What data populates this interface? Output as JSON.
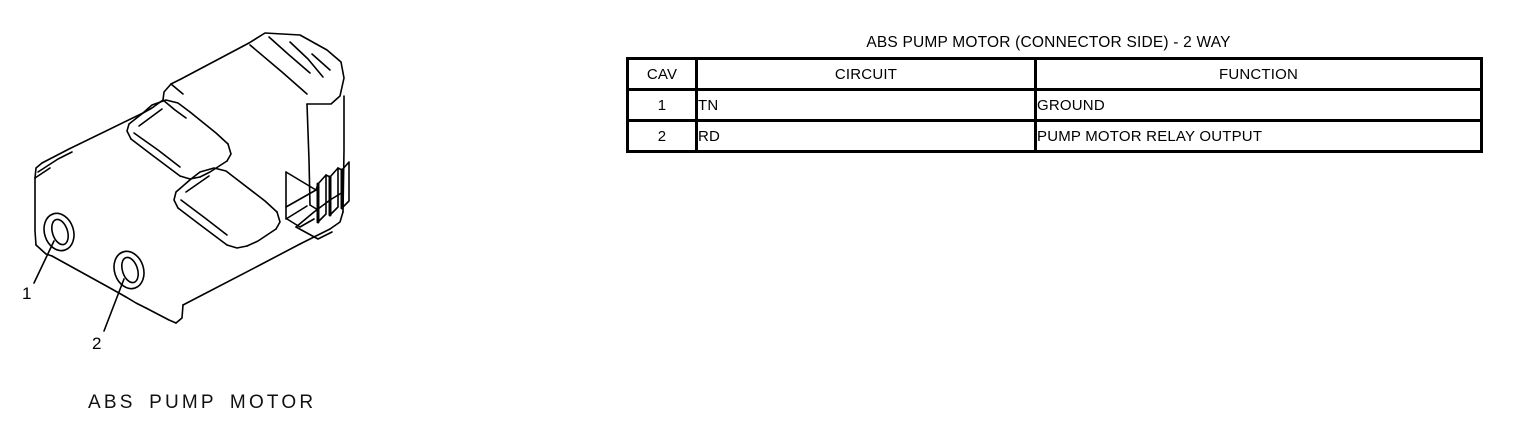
{
  "figure": {
    "name": "ABS PUMP MOTOR connector isometric drawing",
    "caption": "ABS PUMP MOTOR",
    "callouts": [
      {
        "label": "1"
      },
      {
        "label": "2"
      }
    ]
  },
  "table": {
    "title": "ABS PUMP MOTOR (CONNECTOR SIDE) - 2 WAY",
    "headers": {
      "cav": "CAV",
      "circuit": "CIRCUIT",
      "function": "FUNCTION"
    },
    "rows": [
      {
        "cav": "1",
        "circuit": "TN",
        "function": "GROUND"
      },
      {
        "cav": "2",
        "circuit": "RD",
        "function": "PUMP MOTOR RELAY OUTPUT"
      }
    ]
  },
  "colors": {
    "line": "#000000",
    "background": "#ffffff"
  }
}
